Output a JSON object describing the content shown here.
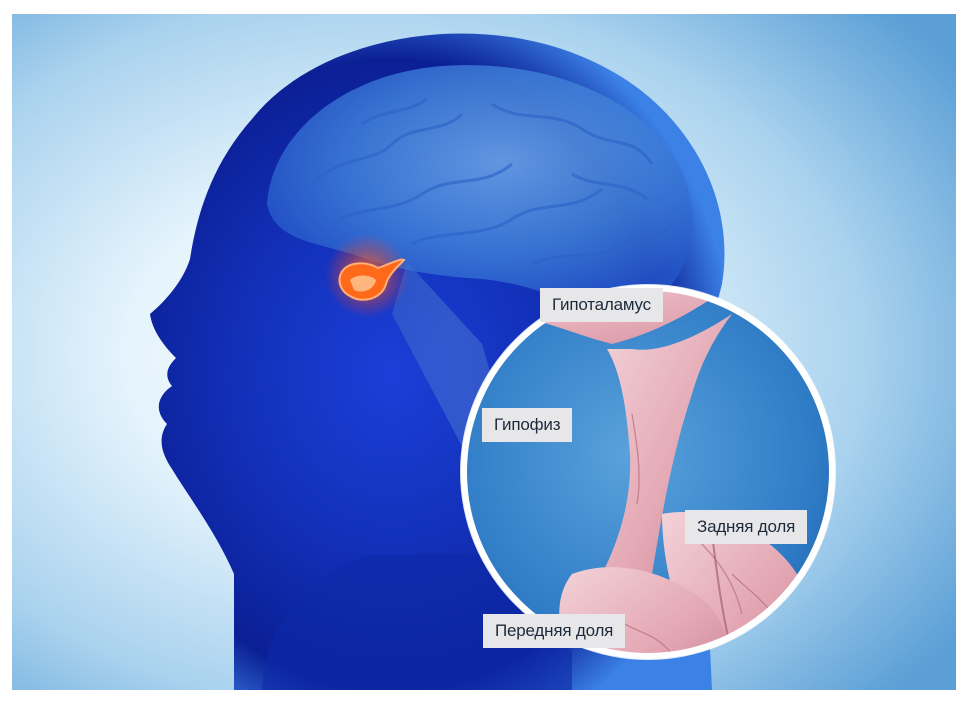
{
  "labels": {
    "hypothalamus": "Гипоталамус",
    "pituitary": "Гипофиз",
    "posterior_lobe": "Задняя доля",
    "anterior_lobe": "Передняя доля"
  },
  "colors": {
    "background_glow": "#dff0fb",
    "background_edge": "#5b9fd6",
    "head_dark": "#0a1f9c",
    "head_mid": "#2a6ee6",
    "brain": "#3f86dd",
    "gland_highlight": "#ff5a1a",
    "gland_tissue": "#e6a8b4",
    "magnifier_bg": "#2d7bc4",
    "label_bg": "#e7e7e9",
    "label_text": "#1e2a3a"
  },
  "icons": {
    "head": "human-head-profile-illustration",
    "brain": "brain-illustration",
    "gland": "pituitary-gland-highlight",
    "magnifier": "magnified-pituitary-inset"
  }
}
